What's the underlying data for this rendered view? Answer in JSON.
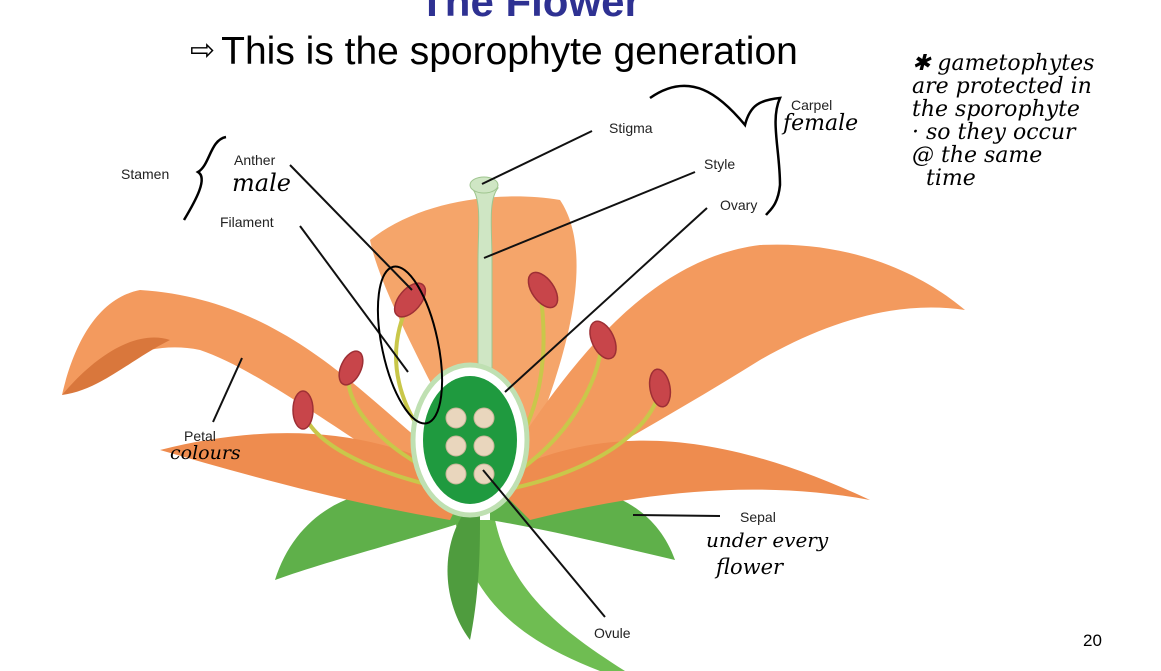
{
  "slide": {
    "title": "The Flower",
    "subtitle_arrow": "⇨",
    "subtitle": "This is the sporophyte generation",
    "page_number": "20"
  },
  "labels": {
    "stamen": "Stamen",
    "anther": "Anther",
    "filament": "Filament",
    "stigma": "Stigma",
    "carpel": "Carpel",
    "style": "Style",
    "ovary": "Ovary",
    "petal": "Petal",
    "sepal": "Sepal",
    "ovule": "Ovule"
  },
  "handwritten": {
    "male": "male",
    "female": "female",
    "colours": "colours",
    "sepal_line1": "under every",
    "sepal_line2": "flower",
    "note_lines": [
      "✱ gametophytes",
      "are protected in",
      "the sporophyte",
      "· so they occur",
      "@ the same",
      "time"
    ]
  },
  "colors": {
    "petal": "#f39a5e",
    "petal_shadow": "#d9773c",
    "sepal": "#5fb04a",
    "ovary": "#1f9a3f",
    "style": "#cfe6c4",
    "filament": "#c9c74a",
    "anther": "#c8454a",
    "ovule": "#e9d6bd",
    "title": "#2e3192"
  }
}
